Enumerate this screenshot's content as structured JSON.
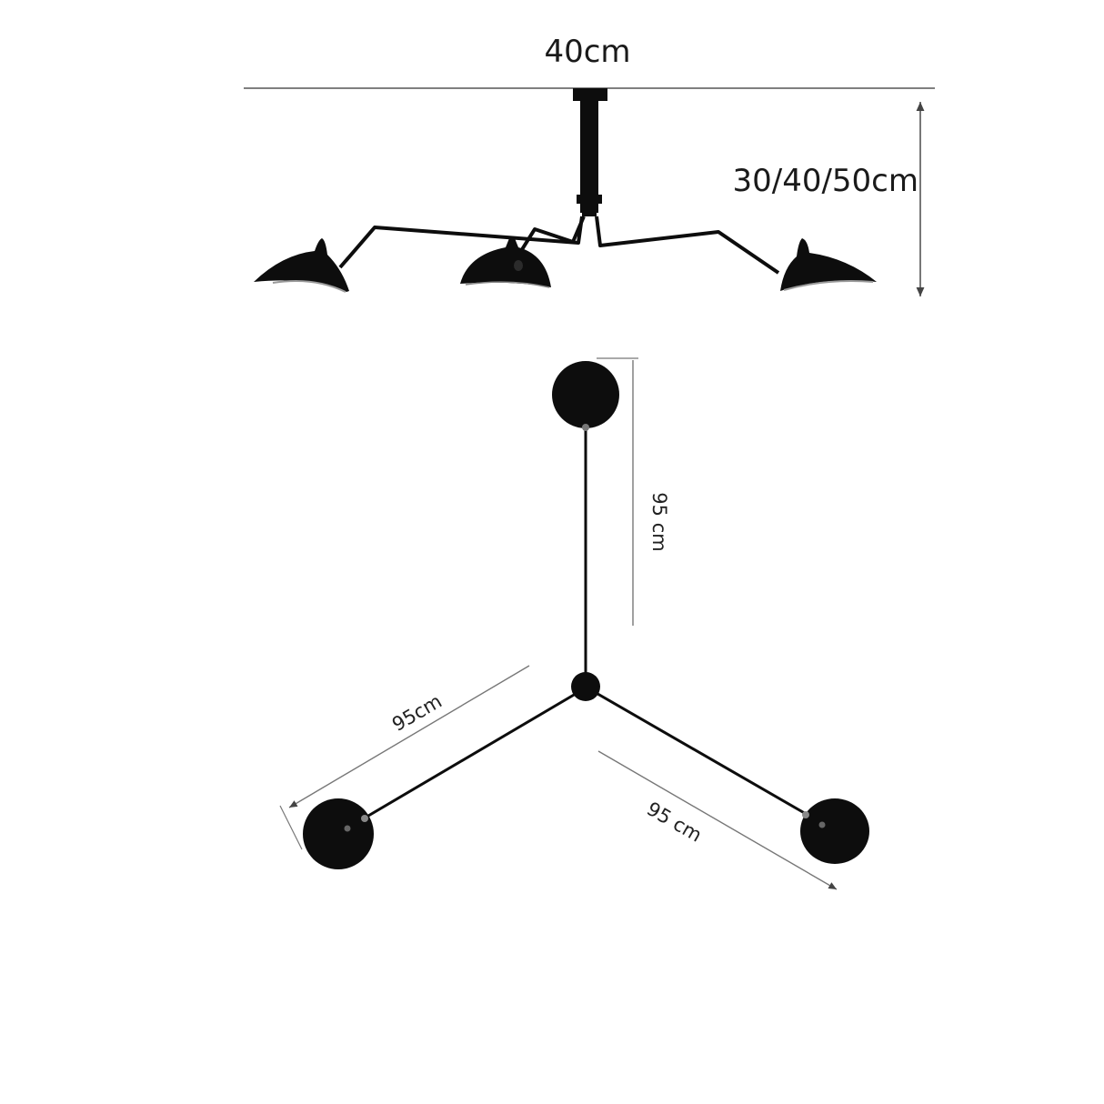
{
  "colors": {
    "background": "#ffffff",
    "lamp": "#0d0d0d",
    "dimension_line": "#555555",
    "text": "#1a1a1a"
  },
  "labels": {
    "ceiling_width": "40cm",
    "height_options": "30/40/50cm",
    "arm_top": "95 cm",
    "arm_left": "95cm",
    "arm_right": "95 cm"
  }
}
